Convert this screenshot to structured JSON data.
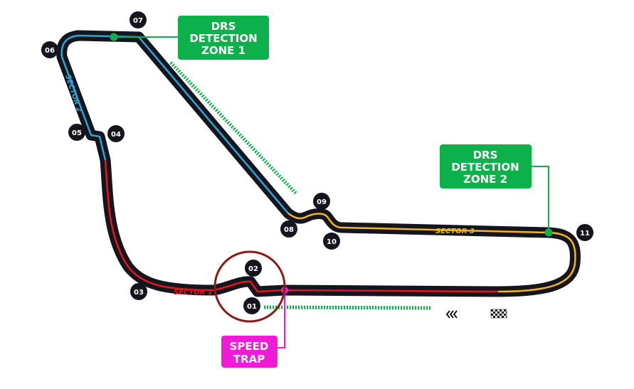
{
  "track": {
    "sector_labels": [
      {
        "id": "s1",
        "text": "SECTOR 1",
        "color": "#e8141c"
      },
      {
        "id": "s2",
        "text": "SECTOR 2",
        "color": "#2aa5d8"
      },
      {
        "id": "s3",
        "text": "SECTOR 3",
        "color": "#f5b51d"
      }
    ],
    "turns": [
      "01",
      "02",
      "03",
      "04",
      "05",
      "06",
      "07",
      "08",
      "09",
      "10",
      "11"
    ]
  },
  "drs_zone_1": {
    "lines": [
      "DRS",
      "DETECTION",
      "ZONE 1"
    ],
    "color": "#0db14b"
  },
  "drs_zone_2": {
    "lines": [
      "DRS",
      "DETECTION",
      "ZONE 2"
    ],
    "color": "#0db14b"
  },
  "speed_trap": {
    "lines": [
      "SPEED",
      "TRAP"
    ],
    "color": "#f01bd7"
  },
  "colors": {
    "track": "#15151e",
    "sector1": "#e8141c",
    "sector2": "#2aa5d8",
    "sector3": "#f5b51d",
    "drs": "#0db14b",
    "highlight_circle": "#8b1a1a",
    "speed_trap": "#f01bd7"
  },
  "icons": [
    "finish-flag-icon",
    "direction-chevrons-icon"
  ]
}
